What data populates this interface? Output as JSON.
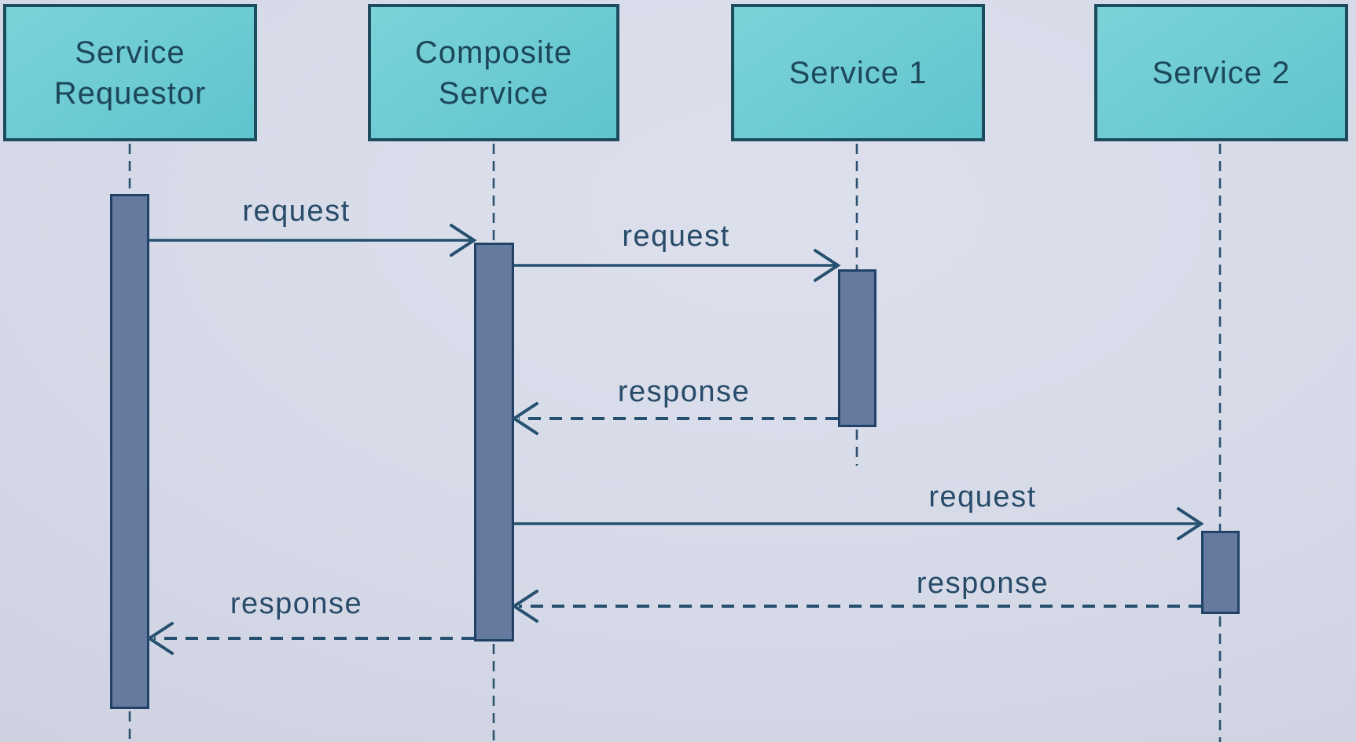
{
  "diagram": {
    "type": "uml-sequence-diagram",
    "participants": [
      {
        "id": "service-requestor",
        "label": "Service\nRequestor"
      },
      {
        "id": "composite-service",
        "label": "Composite\nService"
      },
      {
        "id": "service-1",
        "label": "Service 1"
      },
      {
        "id": "service-2",
        "label": "Service 2"
      }
    ],
    "messages": [
      {
        "from": "Service Requestor",
        "to": "Composite Service",
        "label": "request",
        "style": "solid"
      },
      {
        "from": "Composite Service",
        "to": "Service 1",
        "label": "request",
        "style": "solid"
      },
      {
        "from": "Service 1",
        "to": "Composite Service",
        "label": "response",
        "style": "dashed"
      },
      {
        "from": "Composite Service",
        "to": "Service 2",
        "label": "request",
        "style": "solid"
      },
      {
        "from": "Service 2",
        "to": "Composite Service",
        "label": "response",
        "style": "dashed"
      },
      {
        "from": "Composite Service",
        "to": "Service Requestor",
        "label": "response",
        "style": "dashed"
      }
    ],
    "colors": {
      "background": "#d5d9e7",
      "participant_fill": "#6fccd4",
      "participant_border": "#1d4c5e",
      "participant_text": "#1c4758",
      "activation_fill": "#66799f",
      "activation_border": "#1f4266",
      "message_line": "#26506f",
      "label_text": "#274b68"
    }
  }
}
